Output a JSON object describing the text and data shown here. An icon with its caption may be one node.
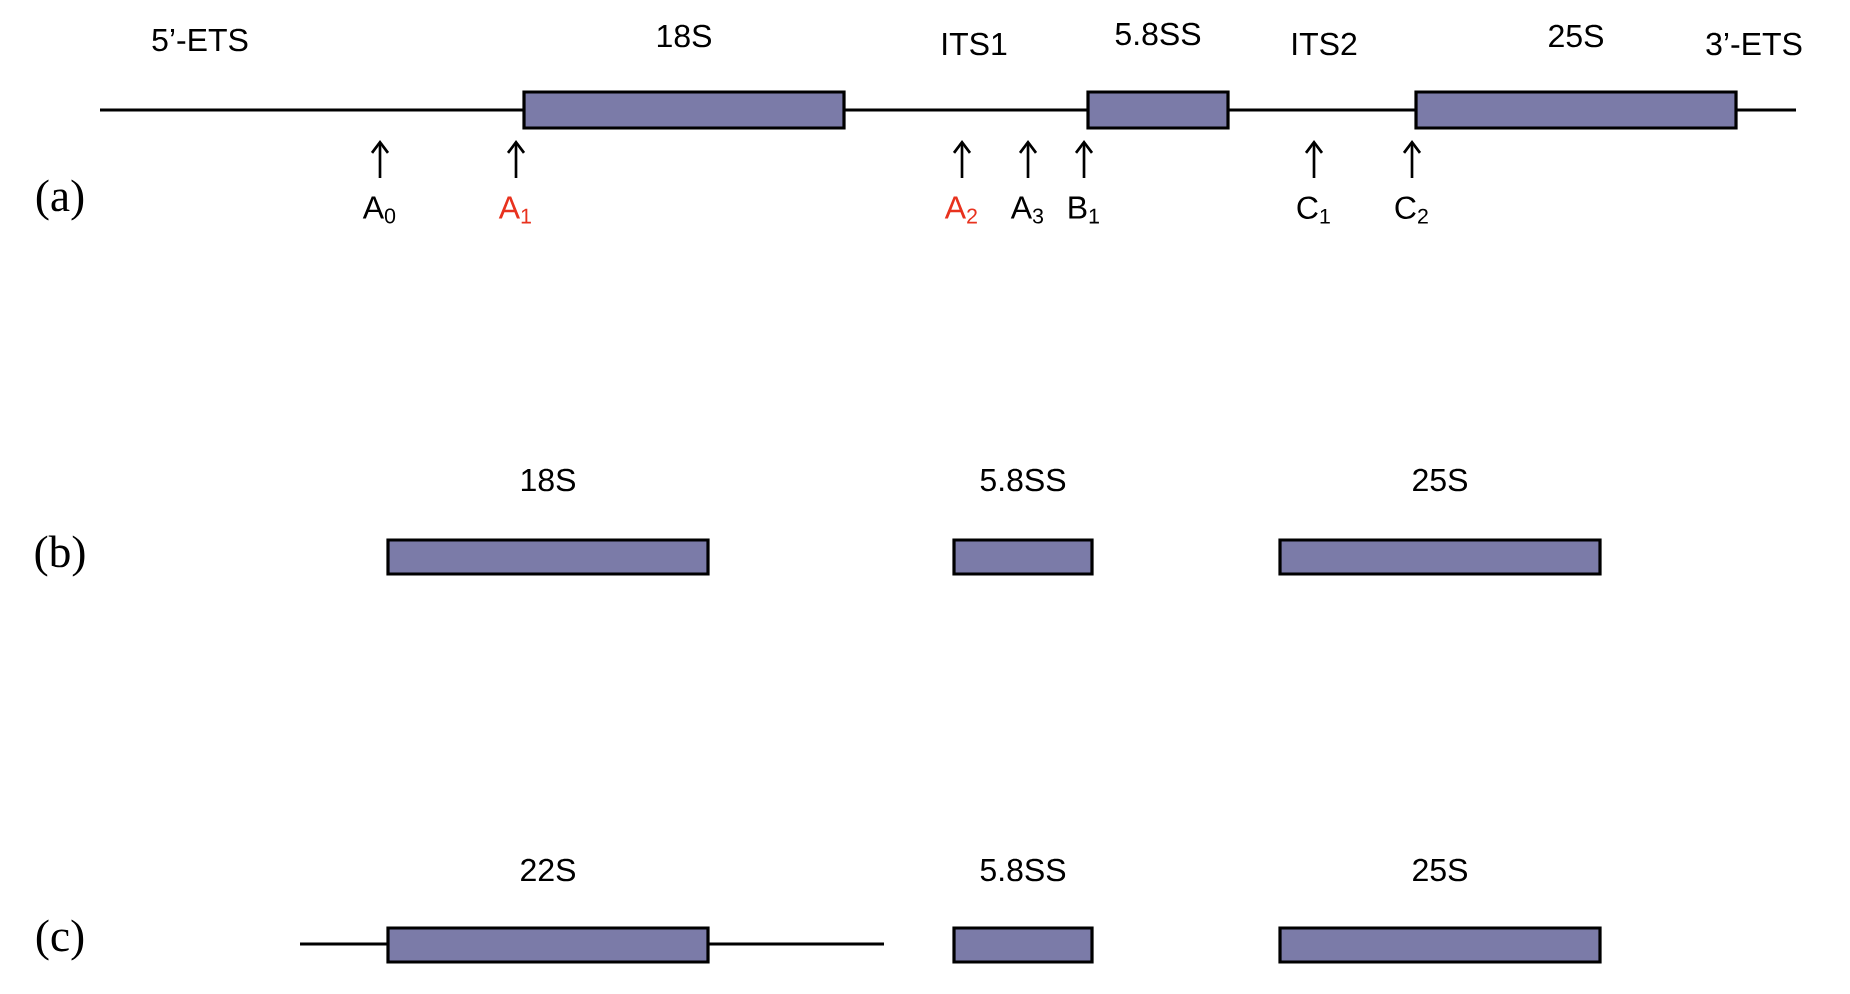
{
  "diagram": {
    "nodes": [
      {
        "text": [
          "18S"
        ]
      },
      {
        "text": [
          "5.8SS"
        ]
      },
      {
        "text": [
          "25S"
        ]
      },
      {
        "text": [
          "18S"
        ]
      },
      {
        "text": [
          "5.8SS"
        ]
      },
      {
        "text": [
          "25S"
        ]
      },
      {
        "text": [
          "22S"
        ]
      },
      {
        "text": [
          "5.8SS"
        ]
      },
      {
        "text": [
          "25S"
        ]
      }
    ],
    "labels": [
      "5’-ETS",
      "ITS1",
      "ITS2",
      "3’-ETS",
      "(a)",
      "A$_{0}$",
      "A$_{1}$",
      "A$_{2}$",
      "A$_{3}$",
      "B$_{1}$",
      "C$_{1}$",
      "C$_{2}$",
      "(b)",
      "(c)"
    ]
  }
}
